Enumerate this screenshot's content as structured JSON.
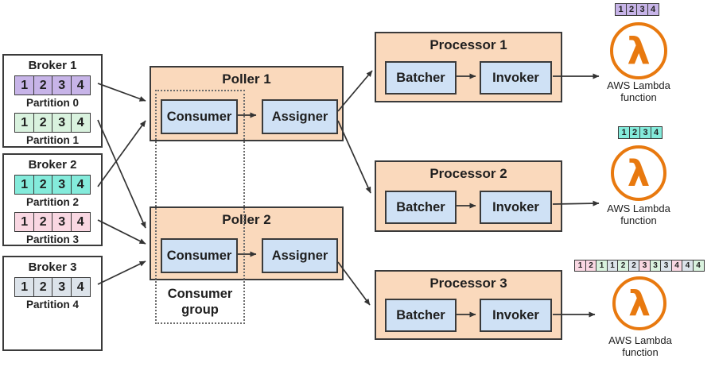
{
  "colors": {
    "partition0": "#c7b4e8",
    "partition1": "#d9f2de",
    "part2_note": "",
    "partition2": "#84ebdb",
    "partition3": "#f9d7e2",
    "partition4": "#dce3ea",
    "container_fill": "#fad9bc",
    "inner_fill": "#cfe1f5",
    "lambda_orange": "#e8790f",
    "line_color": "#333333"
  },
  "icons": {
    "lambda_glyph": "λ"
  },
  "brokers": [
    {
      "title": "Broker 1",
      "partitions": [
        {
          "label": "Partition 0",
          "color": "partition0",
          "cells": [
            "1",
            "2",
            "3",
            "4"
          ]
        },
        {
          "label": "Partition 1",
          "color": "partition1",
          "cells": [
            "1",
            "2",
            "3",
            "4"
          ]
        }
      ]
    },
    {
      "title": "Broker 2",
      "partitions": [
        {
          "label": "Partition 2",
          "color": "partition2",
          "cells": [
            "1",
            "2",
            "3",
            "4"
          ]
        },
        {
          "label": "Partition 3",
          "color": "partition3",
          "cells": [
            "1",
            "2",
            "3",
            "4"
          ]
        }
      ]
    },
    {
      "title": "Broker 3",
      "partitions": [
        {
          "label": "Partition 4",
          "color": "partition4",
          "cells": [
            "1",
            "2",
            "3",
            "4"
          ]
        }
      ]
    }
  ],
  "pollers": [
    {
      "title": "Poller 1",
      "consumer_label": "Consumer",
      "assigner_label": "Assigner"
    },
    {
      "title": "Poller 2",
      "consumer_label": "Consumer",
      "assigner_label": "Assigner"
    }
  ],
  "consumer_group": {
    "label": "Consumer group"
  },
  "processors": [
    {
      "title": "Processor 1",
      "batcher_label": "Batcher",
      "invoker_label": "Invoker"
    },
    {
      "title": "Processor 2",
      "batcher_label": "Batcher",
      "invoker_label": "Invoker"
    },
    {
      "title": "Processor 3",
      "batcher_label": "Batcher",
      "invoker_label": "Invoker"
    }
  ],
  "lambdas": [
    {
      "label": "AWS Lambda function",
      "cells": [
        {
          "text": "1",
          "partition": "partition0"
        },
        {
          "text": "2",
          "partition": "partition0"
        },
        {
          "text": "3",
          "partition": "partition0"
        },
        {
          "text": "4",
          "partition": "partition0"
        }
      ]
    },
    {
      "label": "AWS Lambda function",
      "cells": [
        {
          "text": "1",
          "partition": "partition2"
        },
        {
          "text": "2",
          "partition": "partition2"
        },
        {
          "text": "3",
          "partition": "partition2"
        },
        {
          "text": "4",
          "partition": "partition2"
        }
      ]
    },
    {
      "label": "AWS Lambda function",
      "cells": [
        {
          "text": "1",
          "partition": "partition3"
        },
        {
          "text": "2",
          "partition": "partition3"
        },
        {
          "text": "1",
          "partition": "partition1"
        },
        {
          "text": "1",
          "partition": "partition4"
        },
        {
          "text": "2",
          "partition": "partition1"
        },
        {
          "text": "2",
          "partition": "partition4"
        },
        {
          "text": "3",
          "partition": "partition3"
        },
        {
          "text": "3",
          "partition": "partition1"
        },
        {
          "text": "3",
          "partition": "partition4"
        },
        {
          "text": "4",
          "partition": "partition3"
        },
        {
          "text": "4",
          "partition": "partition4"
        },
        {
          "text": "4",
          "partition": "partition1"
        }
      ]
    }
  ]
}
